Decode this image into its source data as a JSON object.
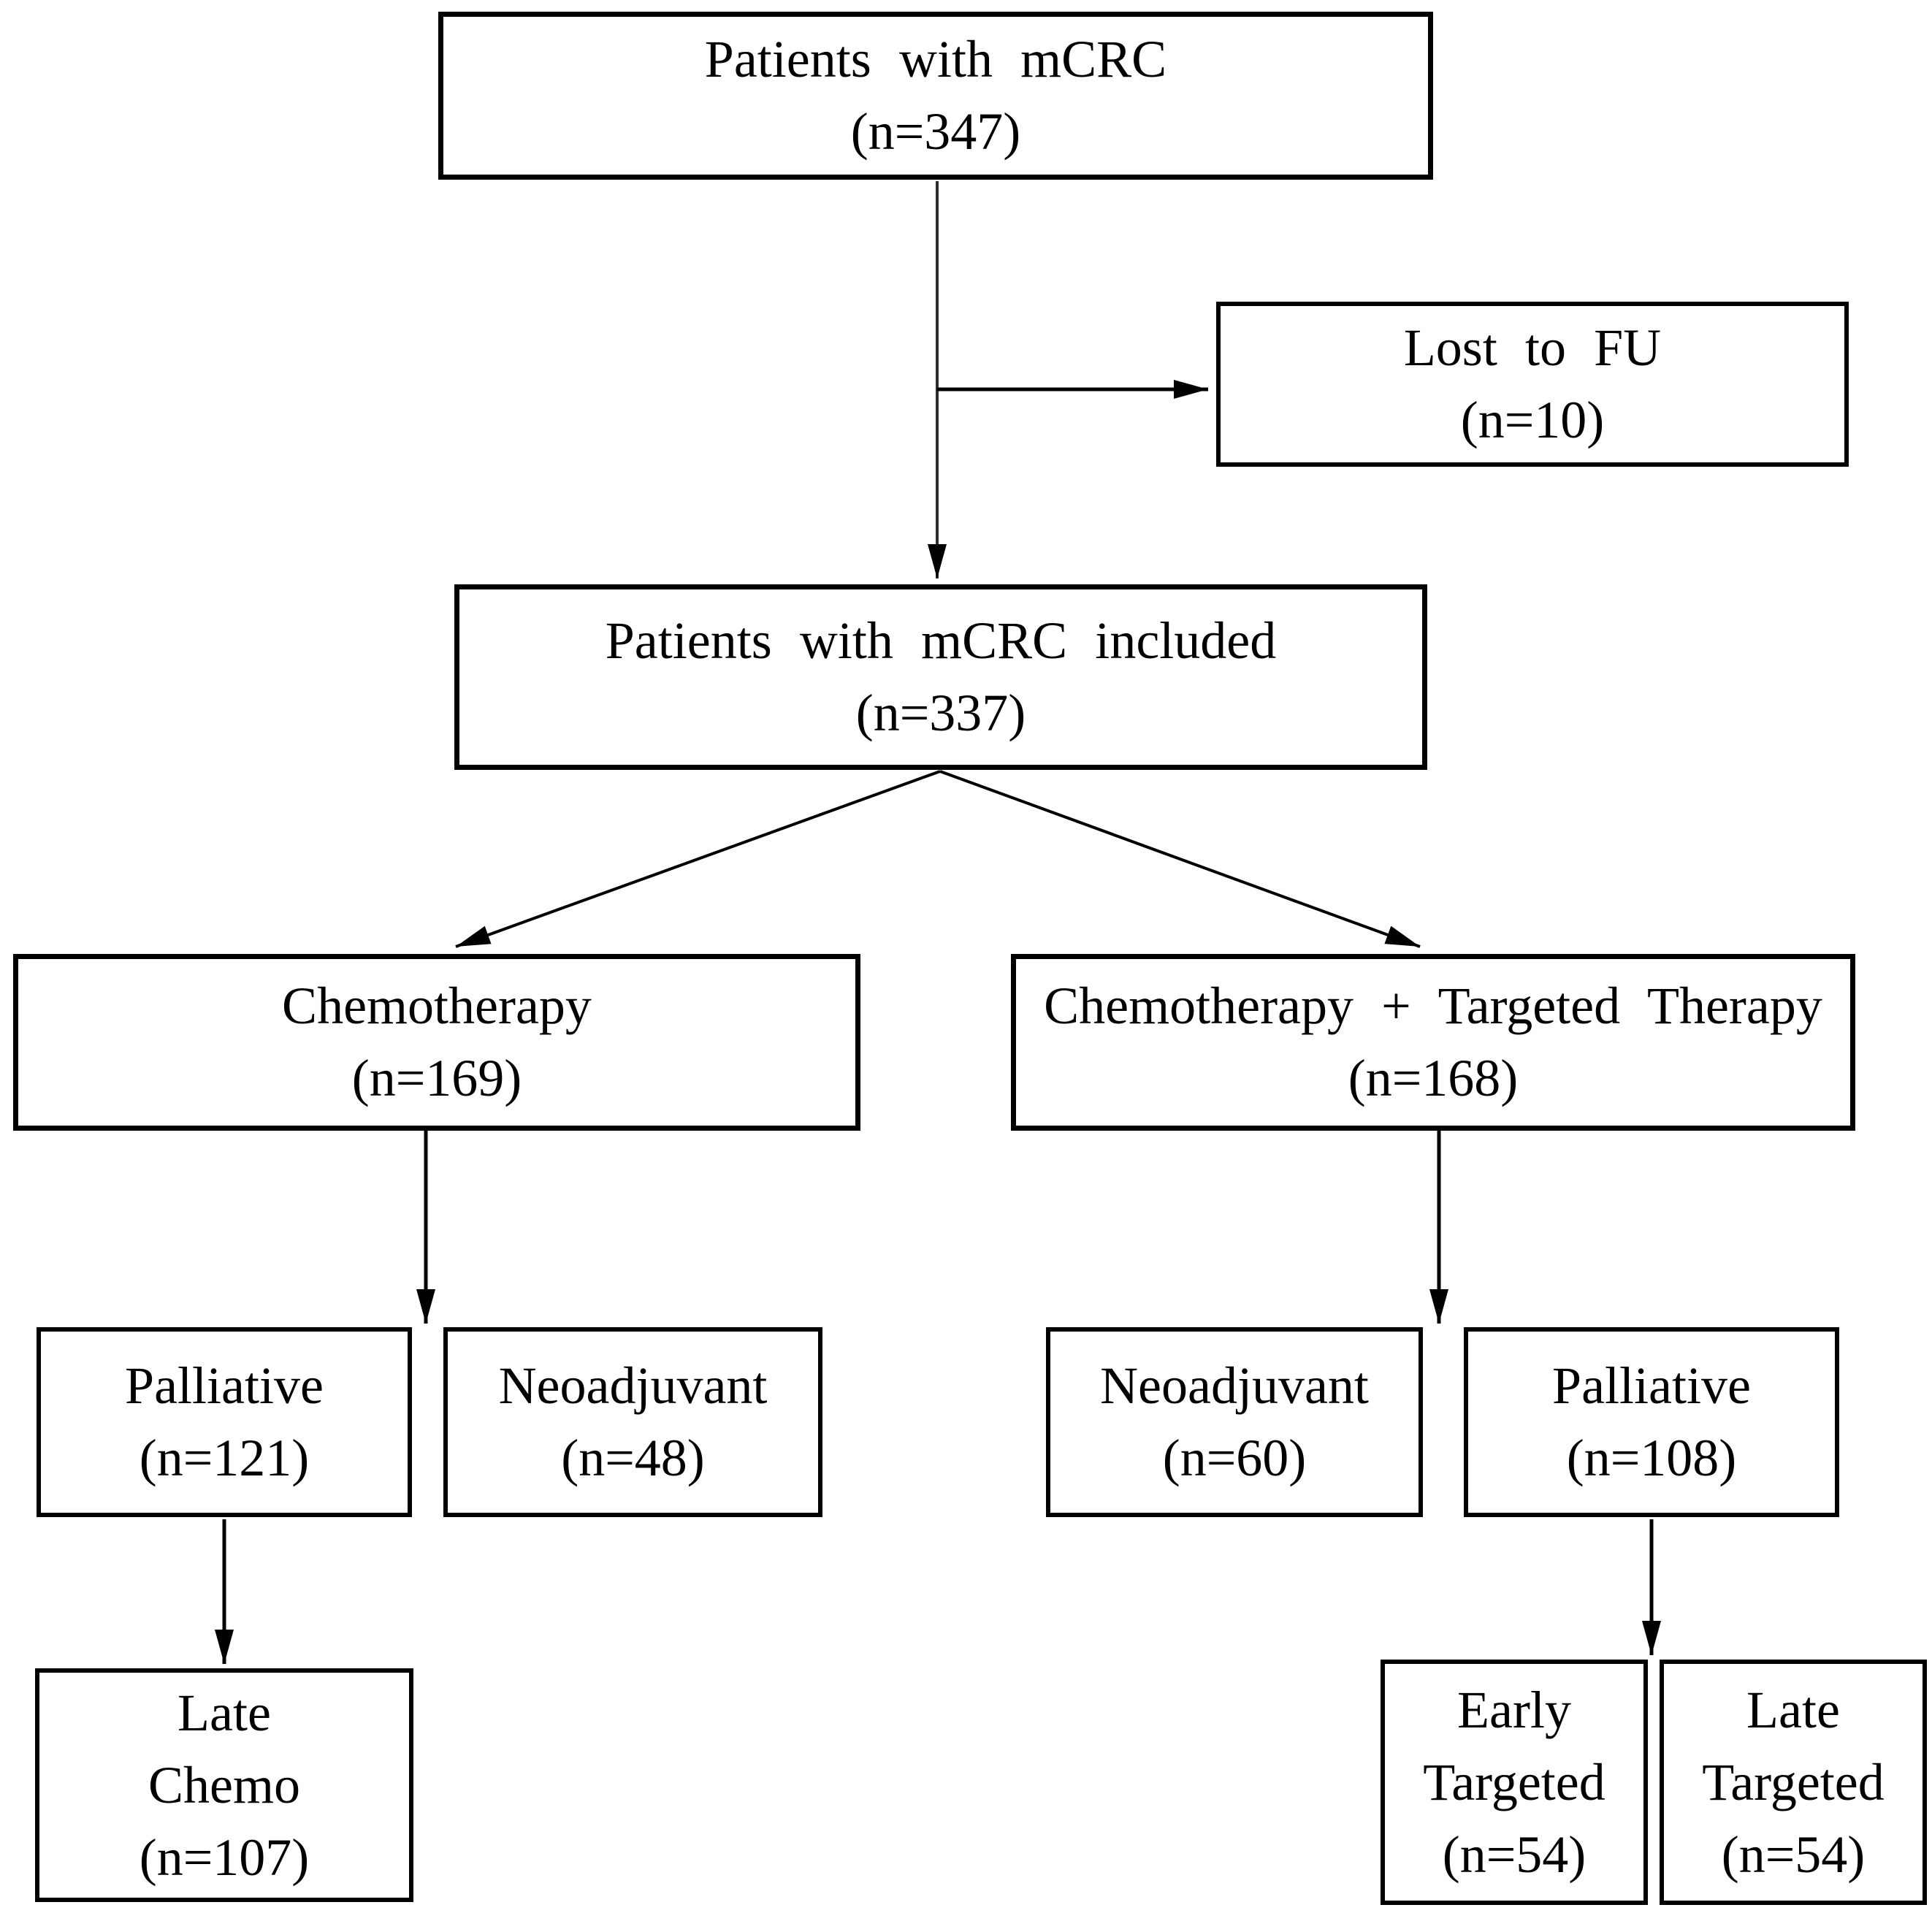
{
  "diagram": {
    "background_color": "#ffffff",
    "box_border_color": "#000000",
    "text_color": "#000000",
    "arrow_color": "#000000",
    "nodes": [
      {
        "id": "patients-mcrc",
        "n": 347,
        "lines": [
          "Patients with mCRC",
          "(n=347)"
        ]
      },
      {
        "id": "lost-to-fu",
        "n": 10,
        "lines": [
          "Lost to FU",
          "(n=10)"
        ]
      },
      {
        "id": "patients-mcrc-included",
        "n": 337,
        "lines": [
          "Patients with mCRC included",
          "(n=337)"
        ]
      },
      {
        "id": "chemotherapy",
        "n": 169,
        "lines": [
          "Chemotherapy",
          "(n=169)"
        ]
      },
      {
        "id": "chemotherapy-targeted",
        "n": 168,
        "lines": [
          "Chemotherapy + Targeted Therapy",
          "(n=168)"
        ]
      },
      {
        "id": "palliative-chemo",
        "n": 121,
        "lines": [
          "Palliative",
          "(n=121)"
        ]
      },
      {
        "id": "neoadjuvant-chemo",
        "n": 48,
        "lines": [
          "Neoadjuvant",
          "(n=48)"
        ]
      },
      {
        "id": "neoadjuvant-targeted",
        "n": 60,
        "lines": [
          "Neoadjuvant",
          "(n=60)"
        ]
      },
      {
        "id": "palliative-targeted",
        "n": 108,
        "lines": [
          "Palliative",
          "(n=108)"
        ]
      },
      {
        "id": "late-chemo",
        "n": 107,
        "lines": [
          "Late",
          "Chemo",
          "(n=107)"
        ]
      },
      {
        "id": "early-targeted",
        "n": 54,
        "lines": [
          "Early",
          "Targeted",
          "(n=54)"
        ]
      },
      {
        "id": "late-targeted",
        "n": 54,
        "lines": [
          "Late",
          "Targeted",
          "(n=54)"
        ]
      }
    ],
    "edges": [
      {
        "from": "patients-mcrc",
        "to": [
          "patients-mcrc-included"
        ]
      },
      {
        "from": "patients-mcrc",
        "to": [
          "lost-to-fu"
        ]
      },
      {
        "from": "patients-mcrc-included",
        "to": [
          "chemotherapy"
        ]
      },
      {
        "from": "patients-mcrc-included",
        "to": [
          "chemotherapy-targeted"
        ]
      },
      {
        "from": "chemotherapy",
        "to": [
          "palliative-chemo",
          "neoadjuvant-chemo"
        ]
      },
      {
        "from": "chemotherapy-targeted",
        "to": [
          "neoadjuvant-targeted",
          "palliative-targeted"
        ]
      },
      {
        "from": "palliative-chemo",
        "to": [
          "late-chemo"
        ]
      },
      {
        "from": "palliative-targeted",
        "to": [
          "early-targeted",
          "late-targeted"
        ]
      }
    ]
  }
}
